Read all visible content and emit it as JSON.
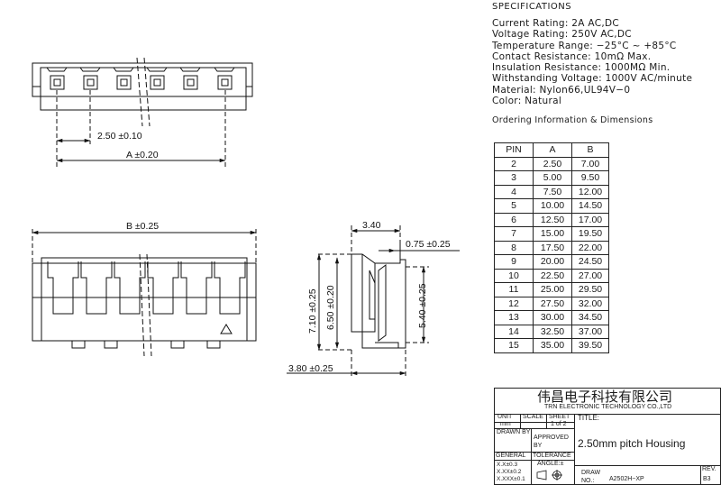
{
  "specifications": {
    "heading": "SPECIFICATIONS",
    "lines": [
      "Current Rating: 2A AC,DC",
      "Voltage Rating: 250V AC,DC",
      "Temperature Range: −25°C ~ +85°C",
      "Contact Resistance: 10mΩ Max.",
      "Insulation Resistance: 1000MΩ Min.",
      "Withstanding Voltage: 1000V AC/minute",
      "Material: Nylon66,UL94V−0",
      "Color: Natural"
    ]
  },
  "ordering": {
    "heading": "Ordering Information & Dimensions",
    "columns": [
      "PIN",
      "A",
      "B"
    ],
    "rows": [
      [
        "2",
        "2.50",
        "7.00"
      ],
      [
        "3",
        "5.00",
        "9.50"
      ],
      [
        "4",
        "7.50",
        "12.00"
      ],
      [
        "5",
        "10.00",
        "14.50"
      ],
      [
        "6",
        "12.50",
        "17.00"
      ],
      [
        "7",
        "15.00",
        "19.50"
      ],
      [
        "8",
        "17.50",
        "22.00"
      ],
      [
        "9",
        "20.00",
        "24.50"
      ],
      [
        "10",
        "22.50",
        "27.00"
      ],
      [
        "11",
        "25.00",
        "29.50"
      ],
      [
        "12",
        "27.50",
        "32.00"
      ],
      [
        "13",
        "30.00",
        "34.50"
      ],
      [
        "14",
        "32.50",
        "37.00"
      ],
      [
        "15",
        "35.00",
        "39.50"
      ]
    ]
  },
  "drawing": {
    "pitch": "2.50 ±0.10",
    "dim_a": "A ±0.20",
    "dim_b": "B ±0.25",
    "depth": "3.40",
    "wall": "0.75 ±0.25",
    "height_total": "7.10 ±0.25",
    "height_inner": "6.50 ±0.20",
    "height_slot": "5.40 ±0.25",
    "base": "3.80 ±0.25"
  },
  "title_block": {
    "company_cn": "伟昌电子科技有限公司",
    "company_en": "TRN  ELECTRONIC  TECHNOLOGY  CO.,LTD",
    "unit_label": "UNIT",
    "unit_value": "mm",
    "scale_label": "SCALE",
    "sheet_label": "SHEET",
    "sheet_value": "1 of 2",
    "title_label": "TITLE:",
    "title_value": "2.50mm pitch Housing",
    "drawn_by": "DRAWN BY",
    "approved_by": "APPROVED BY",
    "general": "GENERAL",
    "tolerance": "TOLERANCE",
    "tol1": "X.X±0.3",
    "tol2": "X.XX±0.2",
    "tol3": "X.XXX±0.1",
    "angle": "ANGLE:±",
    "draw_no_label": "DRAW NO.:",
    "draw_no": "A2502H−XP",
    "rev_label": "REV.",
    "rev_value": "B3"
  }
}
